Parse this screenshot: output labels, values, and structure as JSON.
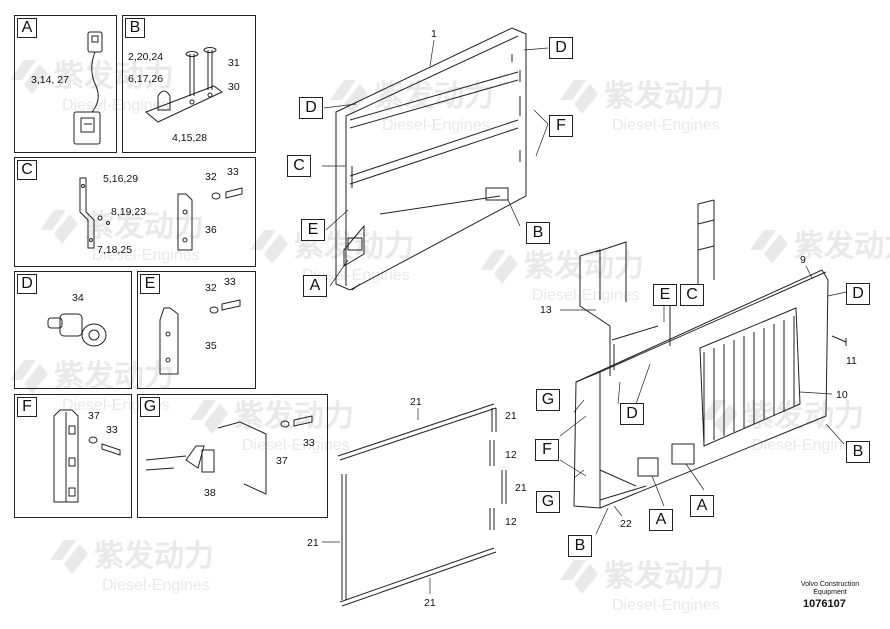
{
  "watermark": {
    "brand": "紫发动力",
    "sub": "Diesel-Engines"
  },
  "panels": [
    {
      "label": "A",
      "callouts": [
        "3,14, 27"
      ]
    },
    {
      "label": "B",
      "callouts": [
        "2,20,24",
        "31",
        "6,17,26",
        "30",
        "4,15,28"
      ]
    },
    {
      "label": "C",
      "callouts": [
        "5,16,29",
        "32",
        "33",
        "8,19,23",
        "36",
        "7,18,25"
      ]
    },
    {
      "label": "D",
      "callouts": [
        "34"
      ]
    },
    {
      "label": "E",
      "callouts": [
        "32",
        "33",
        "35"
      ]
    },
    {
      "label": "F",
      "callouts": [
        "37",
        "33"
      ]
    },
    {
      "label": "G",
      "callouts": [
        "33",
        "37",
        "38"
      ]
    }
  ],
  "main_callouts": [
    "1",
    "9",
    "13",
    "11",
    "10",
    "21",
    "21",
    "12",
    "21",
    "12",
    "22",
    "21",
    "21"
  ],
  "main_tags": [
    "D",
    "D",
    "F",
    "C",
    "E",
    "B",
    "A",
    "E",
    "C",
    "D",
    "G",
    "D",
    "F",
    "G",
    "B",
    "A",
    "B",
    "A"
  ],
  "footer": {
    "maker_line1": "Volvo Construction",
    "maker_line2": "Equipment",
    "drawing_id": "1076107"
  }
}
